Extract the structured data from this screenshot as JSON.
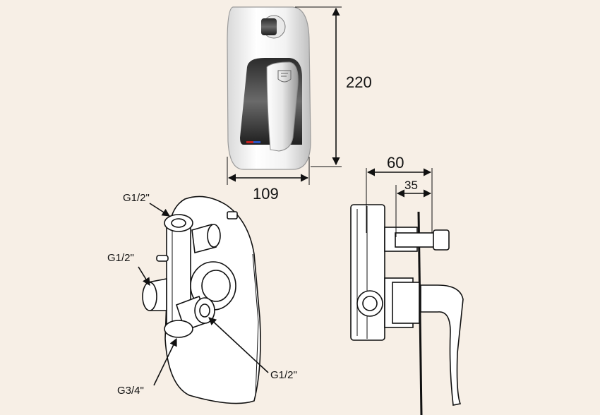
{
  "dimensions": {
    "height": "220",
    "width": "109",
    "depth_total": "60",
    "depth_handle": "35"
  },
  "connections": {
    "top_outlet": "G1/2\"",
    "side_outlet": "G1/2\"",
    "front_outlet": "G1/2\"",
    "bottom_inlet": "G3/4\""
  },
  "colors": {
    "background": "#f7efe6",
    "line": "#111111",
    "chrome_dark": "#3a3a3a",
    "chrome_light": "#e8e8e8"
  },
  "icons": {
    "brand_logo": "shield-logo-icon"
  }
}
